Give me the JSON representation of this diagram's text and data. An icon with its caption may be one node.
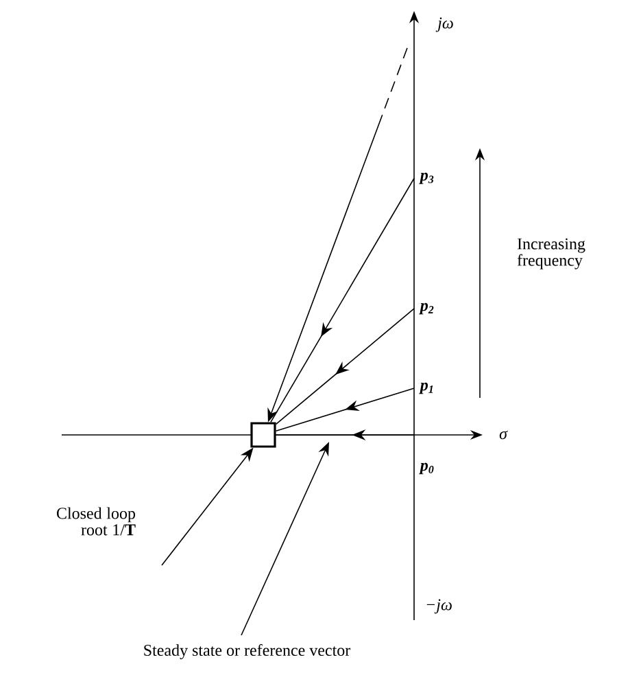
{
  "diagram": {
    "nodes": [
      {
        "text": [],
        "shape": "box"
      },
      {
        "text": [
          "p$_{0}$"
        ]
      },
      {
        "text": [
          "p$_{1}$"
        ]
      },
      {
        "text": [
          "p$_{2}$"
        ]
      },
      {
        "text": [
          "p$_{3}$"
        ]
      },
      {
        "text": [
          "Closed loop root 1/**T**"
        ]
      },
      {
        "text": [
          "Steady state or reference vector"
        ]
      }
    ],
    "edges": [
      {
        "from": 1,
        "to": 0,
        "arrow": "to"
      },
      {
        "from": 2,
        "to": 0,
        "arrow": "to"
      },
      {
        "from": 3,
        "to": 0,
        "arrow": "to"
      },
      {
        "from": 4,
        "to": 0,
        "arrow": "to"
      },
      {
        "from": null,
        "to": 0,
        "arrow": "to",
        "style": "dashed"
      },
      {
        "from": 5,
        "to": 0,
        "arrow": "to"
      },
      {
        "from": 6,
        "to": null,
        "arrow": "to"
      }
    ],
    "labels": [
      "jω",
      "σ",
      "−jω",
      "Increasing frequency"
    ]
  }
}
